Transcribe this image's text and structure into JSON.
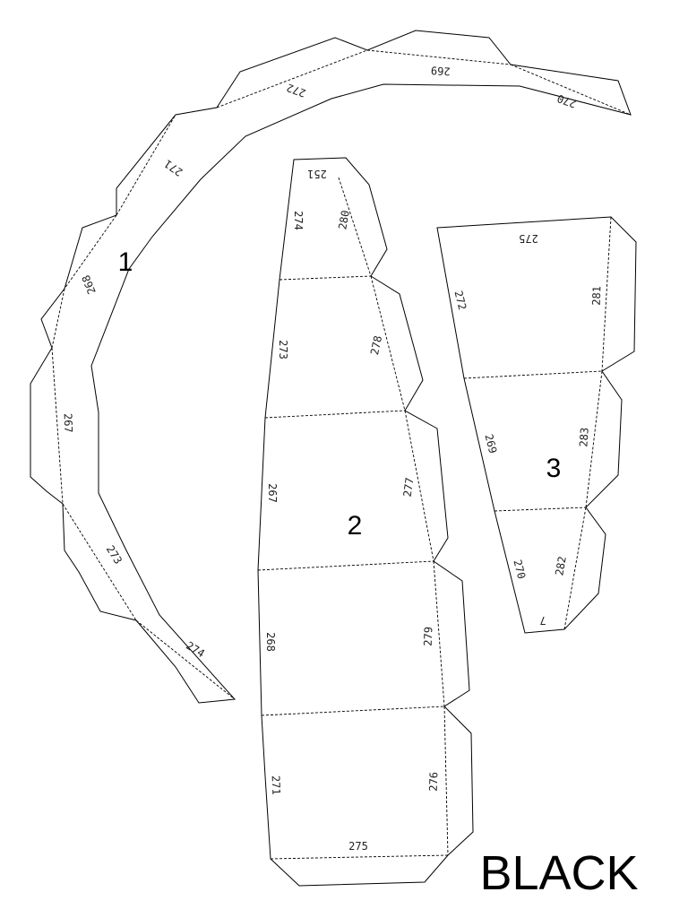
{
  "sheet": {
    "color_word": "BLACK",
    "stroke_color": "#000000",
    "background": "#ffffff"
  },
  "pieces": [
    {
      "number": "1",
      "edge_labels": [
        "269",
        "270",
        "272",
        "271",
        "268",
        "267",
        "273",
        "274"
      ]
    },
    {
      "number": "2",
      "edge_labels": [
        "251",
        "274",
        "280",
        "273",
        "278",
        "267",
        "277",
        "268",
        "279",
        "271",
        "276",
        "275"
      ]
    },
    {
      "number": "3",
      "edge_labels": [
        "275",
        "272",
        "281",
        "269",
        "283",
        "270",
        "282",
        "7"
      ]
    }
  ]
}
